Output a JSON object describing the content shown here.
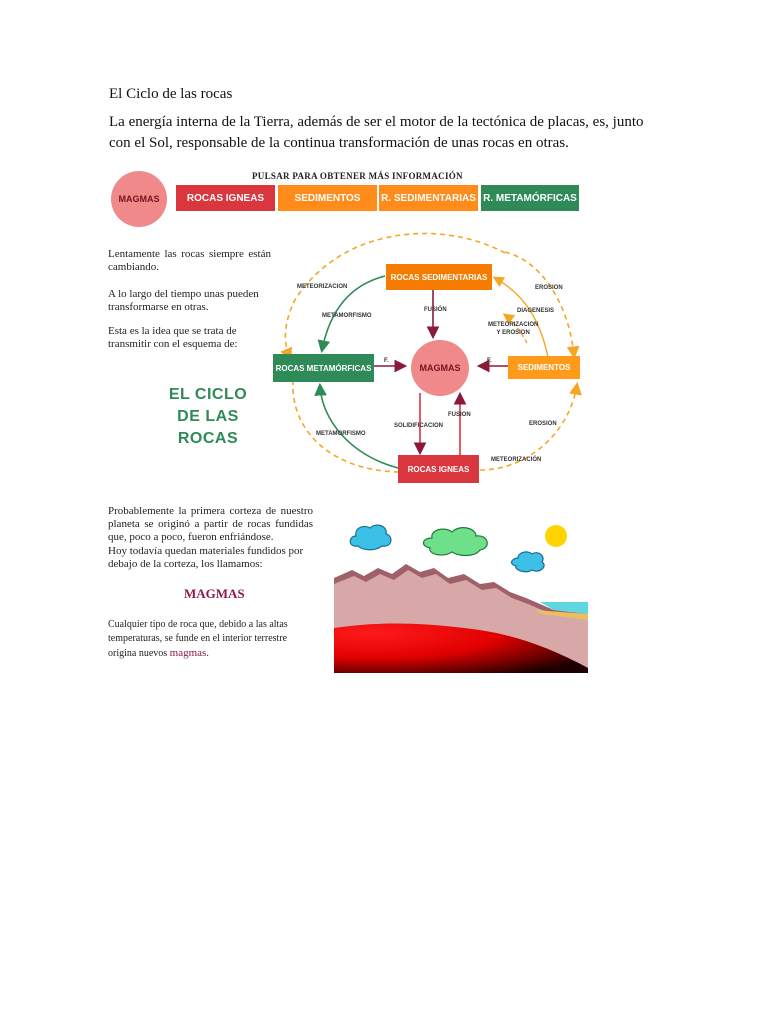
{
  "doc": {
    "title": "El Ciclo de las rocas",
    "intro": "La energía interna de la Tierra, además de ser el motor de la tectónica de placas, es, junto con el Sol, responsable de la continua transformación de unas rocas en otras."
  },
  "header": {
    "pulsar": "PULSAR PARA OBTENER MÁS INFORMACIÓN",
    "magmas": "MAGMAS",
    "tabs": [
      "ROCAS IGNEAS",
      "SEDIMENTOS",
      "R. SEDIMENTARIAS",
      "R. METAMÓRFICAS"
    ],
    "colors": [
      "#d9363e",
      "#ff8c1a",
      "#ff8c1a",
      "#2e8b57"
    ]
  },
  "sidebar": {
    "p1": "Lentamente las rocas siempre están cambiando.",
    "p2": "A lo largo del tiempo unas pueden transformarse en otras.",
    "p3": "Esta es la idea que se trata de transmitir con el esquema de:",
    "ciclo_l1": "EL CICLO",
    "ciclo_l2": "DE LAS",
    "ciclo_l3": "ROCAS"
  },
  "diagram": {
    "rocas_sedimentarias": "ROCAS SEDIMENTARIAS",
    "rocas_metamorficas": "ROCAS METAMÓRFICAS",
    "magmas": "MAGMAS",
    "sedimentos": "SEDIMENTOS",
    "rocas_igneas": "ROCAS IGNEAS",
    "meteorizacion_top": "METEORIZACION",
    "metamorfismo_top": "METAMORFISMO",
    "fusion_top": "FUSIÓN",
    "erosion_top": "EROSION",
    "diagenesis": "DIAGENESIS",
    "meteorizacion_erosion_1": "METEORIZACION",
    "meteorizacion_erosion_2": "Y EROSION",
    "f_left": "F.",
    "f_right": "F.",
    "fusion_bottom": "FUSION",
    "solidificacion": "SOLIDIFICACION",
    "metamorfismo_bottom": "METAMORFISMO",
    "erosion_bottom": "EROSION",
    "meteorizacion_bottom": "METEORIZACIÓN"
  },
  "lower": {
    "p1": "Probablemente la primera corteza de nuestro planeta se originó a partir de rocas fundidas que, poco a poco, fueron enfriándose.",
    "p2": "Hoy todavía quedan materiales fundidos por debajo de la corteza, los llamamos:",
    "magmas": "MAGMAS",
    "p3": "Cualquier tipo de roca que, debido a las altas temperaturas, se funde en el interior terrestre origina nuevos",
    "p3_word": "magmas",
    "p3_end": "."
  }
}
